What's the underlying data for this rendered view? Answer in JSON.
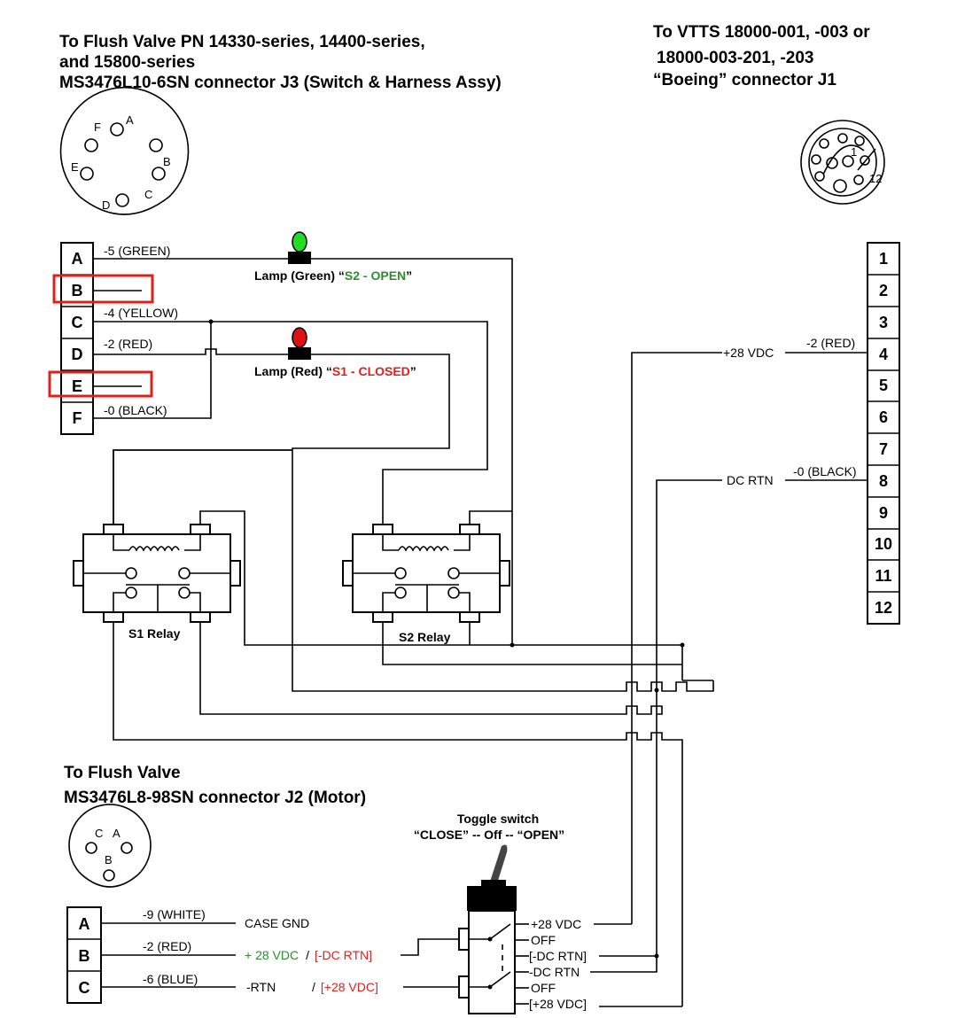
{
  "colors": {
    "green": "#2e8b2e",
    "red": "#e0201b",
    "highlight": "#e0201b",
    "lamp_green": "#22dd22",
    "lamp_red": "#dd1111"
  },
  "headers": {
    "j3_line1": "To Flush Valve PN 14330-series, 14400-series,",
    "j3_line2": "and 15800-series",
    "j3_line3": "MS3476L10-6SN connector J3 (Switch & Harness Assy)",
    "j1_line1": "To VTTS 18000-001, -003 or",
    "j1_line2": "18000-003-201, -203",
    "j1_line3": "“Boeing” connector J1",
    "j2_line1": "To Flush Valve",
    "j2_line2": "MS3476L8-98SN connector J2 (Motor)"
  },
  "j3_face_pins": [
    "F",
    "A",
    "B",
    "C",
    "D",
    "E"
  ],
  "j3_pins": [
    "A",
    "B",
    "C",
    "D",
    "E",
    "F"
  ],
  "j3_wires": [
    "-5 (GREEN)",
    "-4 (YELLOW)",
    "-2 (RED)",
    "-0 (BLACK)"
  ],
  "lamps": {
    "green_label": "Lamp (Green) “",
    "green_state": "S2 - OPEN",
    "red_label": "Lamp (Red) “",
    "red_state": "S1 - CLOSED",
    "close_quote": "”"
  },
  "j1_pins": [
    "1",
    "2",
    "3",
    "4",
    "5",
    "6",
    "7",
    "8",
    "9",
    "10",
    "11",
    "12"
  ],
  "j1_face_pins": [
    "1",
    "12"
  ],
  "j1_wires": {
    "pin4_wire": "-2 (RED)",
    "pin4_signal": "+28 VDC",
    "pin8_wire": "-0 (BLACK)",
    "pin8_signal": "DC RTN"
  },
  "relays": {
    "s1": "S1 Relay",
    "s2": "S2 Relay"
  },
  "j2_face_pins": [
    "C",
    "A",
    "B"
  ],
  "j2_pins": [
    "A",
    "B",
    "C"
  ],
  "j2_wires": {
    "a_wire": "-9 (WHITE)",
    "a_signal": "CASE GND",
    "b_wire": "-2 (RED)",
    "b_signal_green": "+ 28 VDC",
    "b_sep": "/",
    "b_signal_red": "[-DC RTN]",
    "c_wire": "-6 (BLUE)",
    "c_signal_green": "-RTN",
    "c_sep": "/",
    "c_signal_red": "[+28 VDC]"
  },
  "toggle": {
    "title1": "Toggle switch",
    "title2": "“CLOSE” -- Off -- “OPEN”",
    "t1": "+28 VDC",
    "t2": "OFF",
    "t3": "[-DC RTN]",
    "t4": "-DC RTN",
    "t5": "OFF",
    "t6": "[+28 VDC]"
  }
}
